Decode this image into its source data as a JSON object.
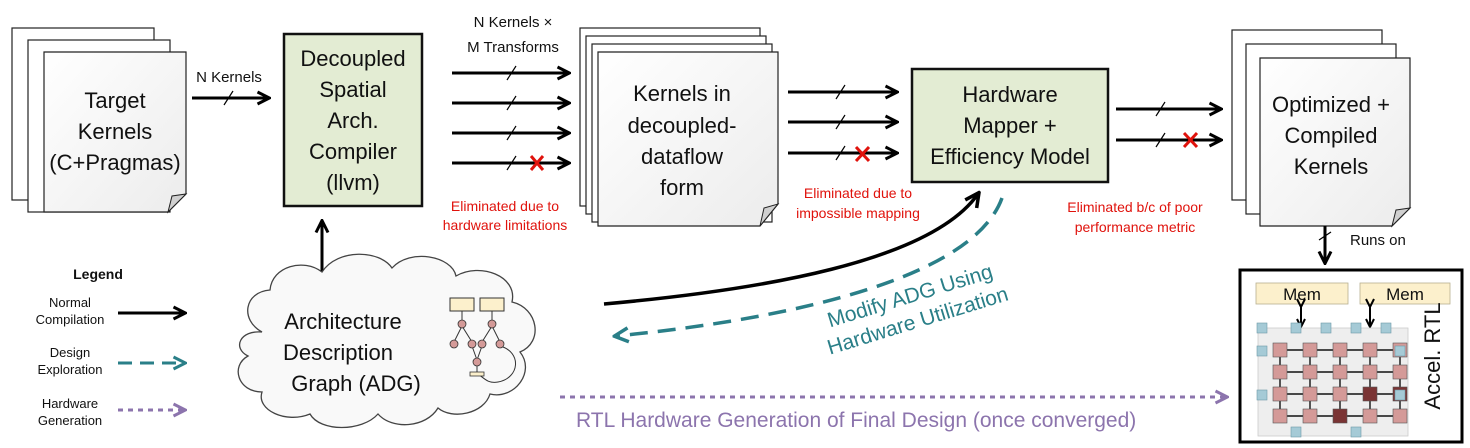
{
  "target_kernels": {
    "lines": [
      "Target",
      "Kernels",
      "(C+Pragmas)"
    ]
  },
  "n_kernels_label": "N Kernels",
  "compiler": {
    "lines": [
      "Decoupled",
      "Spatial",
      "Arch.",
      "Compiler",
      "(llvm)"
    ]
  },
  "transforms_label": [
    "N Kernels ×",
    "M Transforms"
  ],
  "kernels_dataflow": {
    "lines": [
      "Kernels in",
      "decoupled-",
      "dataflow",
      "form"
    ]
  },
  "mapper": {
    "lines": [
      "Hardware",
      "Mapper +",
      "Efficiency Model"
    ]
  },
  "optimized": {
    "lines": [
      "Optimized +",
      "Compiled",
      "Kernels"
    ]
  },
  "eliminated_hw": [
    "Eliminated due to",
    "hardware limitations"
  ],
  "eliminated_map": [
    "Eliminated due to",
    "impossible mapping"
  ],
  "eliminated_perf": [
    "Eliminated b/c of poor",
    "performance metric"
  ],
  "runs_on": "Runs on",
  "adg": {
    "lines": [
      "Architecture",
      "Description",
      "Graph (ADG)"
    ]
  },
  "modify_adg": [
    "Modify ADG Using",
    "Hardware Utilization"
  ],
  "rtl_generation": "RTL Hardware Generation of Final Design (once converged)",
  "accel": {
    "mem_left": "Mem",
    "mem_right": "Mem",
    "label": "Accel. RTL"
  },
  "legend": {
    "title": "Legend",
    "items": [
      {
        "lines": [
          "Normal",
          "Compilation"
        ]
      },
      {
        "lines": [
          "Design",
          "Exploration"
        ]
      },
      {
        "lines": [
          "Hardware",
          "Generation"
        ]
      }
    ]
  },
  "colors": {
    "box_fill": "#e3ecd3",
    "teal": "#2a7f88",
    "purple": "#8c74ad",
    "red": "#e0120c",
    "mem_fill": "#fcf0cc",
    "pe_fill": "#d49a98",
    "pe_dark": "#7a3434",
    "port_fill": "#a5cad6"
  }
}
